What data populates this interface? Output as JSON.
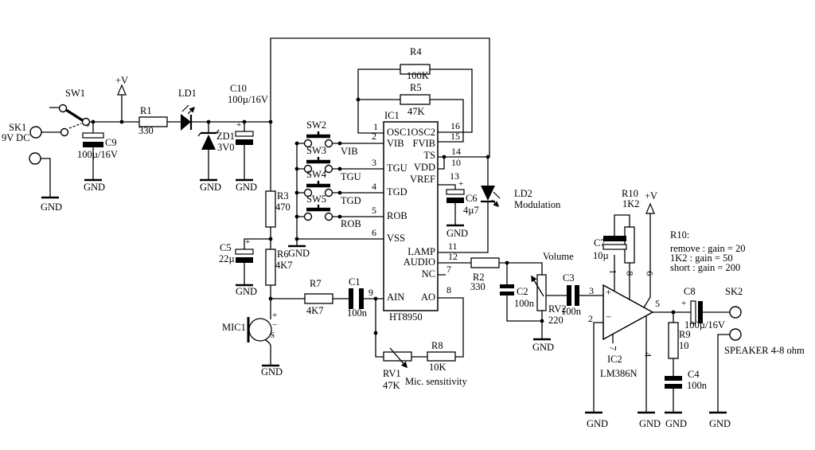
{
  "shared": {
    "gnd": "GND",
    "plus": "+",
    "minus": "−",
    "rail": "+V"
  },
  "power": {
    "sk1": "SK1",
    "sk1_type": "9V DC",
    "sw1": "SW1",
    "c9": "C9",
    "c9_val": "100µ/16V",
    "r1": "R1",
    "r1_val": "330",
    "ld1": "LD1",
    "zd1": "ZD1",
    "zd1_val": "3V0",
    "c10": "C10",
    "c10_val": "100µ/16V"
  },
  "input": {
    "r3": "R3",
    "r3_val": "470",
    "c5": "C5",
    "c5_val": "22µ",
    "r6": "R6",
    "r6_val": "4K7",
    "r7": "R7",
    "r7_val": "4K7",
    "c1": "C1",
    "c1_val": "100n",
    "mic": "MIC1",
    "mic_s": "S"
  },
  "switches": {
    "sw2": "SW2",
    "sw3": "SW3",
    "sw4": "SW4",
    "sw5": "SW5",
    "fn2": "VIB",
    "fn3": "TGU",
    "fn4": "TGD",
    "fn5": "ROB"
  },
  "ic1": {
    "ref": "IC1",
    "part": "HT8950",
    "left_names": [
      "OSC1",
      "VIB",
      "TGU",
      "TGD",
      "ROB",
      "VSS",
      "AIN"
    ],
    "left_nums": [
      "1",
      "2",
      "3",
      "4",
      "5",
      "6",
      "9"
    ],
    "right_names": [
      "OSC2",
      "FVIB",
      "TS",
      "VDD",
      "VREF",
      "LAMP",
      "AUDIO",
      "NC",
      "AO"
    ],
    "right_nums": [
      "16",
      "15",
      "14",
      "10",
      "13",
      "11",
      "12",
      "7",
      "8"
    ],
    "r4": "R4",
    "r4_val": "100K",
    "r5": "R5",
    "r5_val": "47K",
    "c6": "C6",
    "c6_val": "4µ7",
    "ld2": "LD2",
    "ld2_caption": "Modulation"
  },
  "volume_stage": {
    "r2": "R2",
    "r2_val": "330",
    "c2": "C2",
    "c2_val": "100n",
    "label": "Volume",
    "rv2": "RV2",
    "rv2_val": "220",
    "c3": "C3",
    "c3_val": "100n"
  },
  "sensitivity": {
    "rv1": "RV1",
    "rv1_val": "47K",
    "caption": "Mic. sensitivity",
    "r8": "R8",
    "r8_val": "10K"
  },
  "amp": {
    "ref": "IC2",
    "part": "LM386N",
    "pin1": "1",
    "pin2": "2",
    "pin3": "3",
    "pin4": "4",
    "pin5": "5",
    "pin6": "6",
    "pin7": "7",
    "pin8": "8",
    "c7": "C7",
    "c7_val": "10µ",
    "r10": "R10",
    "r10_val": "1K2",
    "r9": "R9",
    "r9_val": "10",
    "c4": "C4",
    "c4_val": "100n"
  },
  "gain_note": {
    "title": "R10:",
    "opt1": "remove : gain = 20",
    "opt2": "1K2 : gain = 50",
    "opt3": "short : gain = 200"
  },
  "output": {
    "c8": "C8",
    "c8_val": "100µ/16V",
    "sk2": "SK2",
    "speaker": "SPEAKER 4-8 ohm"
  }
}
